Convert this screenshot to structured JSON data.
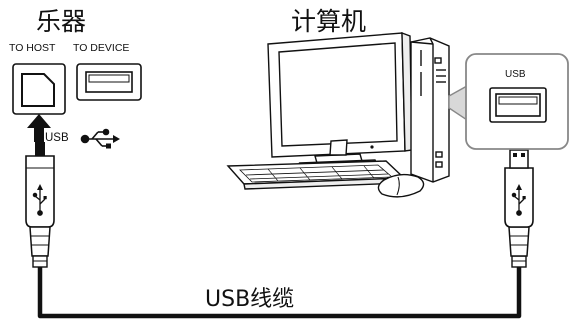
{
  "instrument": {
    "title": "乐器",
    "port_to_host": "TO HOST",
    "port_to_device": "TO DEVICE",
    "usb_mark": "USB"
  },
  "computer": {
    "title": "计算机",
    "callout_label": "USB"
  },
  "cable": {
    "label": "USB线缆"
  },
  "icons": [
    "usb-trident-icon",
    "usb-type-b-port-icon",
    "usb-type-a-port-icon",
    "computer-monitor-icon",
    "tower-case-icon",
    "keyboard-icon",
    "mouse-icon"
  ]
}
